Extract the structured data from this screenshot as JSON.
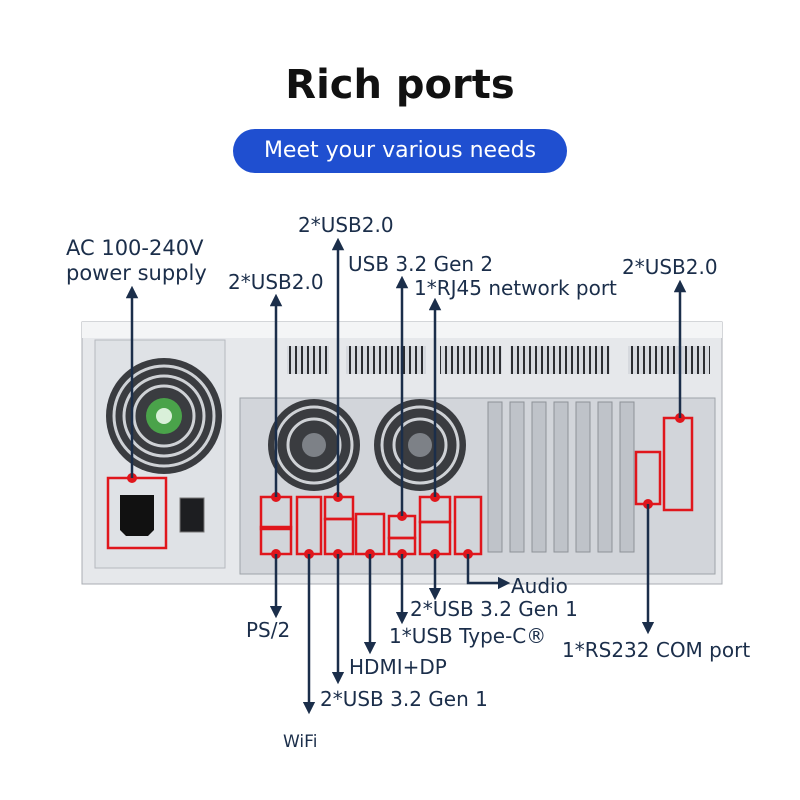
{
  "title": "Rich ports",
  "subtitle": "Meet your various needs",
  "labels": {
    "ac_power": "AC 100-240V",
    "ac_power_2": "power supply",
    "usb20_left": "2*USB2.0",
    "usb20_top": "2*USB2.0",
    "usb32gen2": "USB 3.2 Gen 2",
    "rj45": "1*RJ45 network port",
    "usb20_right": "2*USB2.0",
    "audio": "Audio",
    "usb32gen1_a": "2*USB 3.2 Gen 1",
    "usb_typec": "1*USB Type-C®",
    "rs232": "1*RS232 COM port",
    "ps2": "PS/2",
    "hdmi_dp": "HDMI+DP",
    "usb32gen1_b": "2*USB 3.2 Gen 1",
    "wifi": "WiFi"
  },
  "colors": {
    "accent": "#1f4fd0",
    "highlight": "#e0161c",
    "arrow": "#1b2e4a",
    "chassis": "#e9ebee"
  }
}
